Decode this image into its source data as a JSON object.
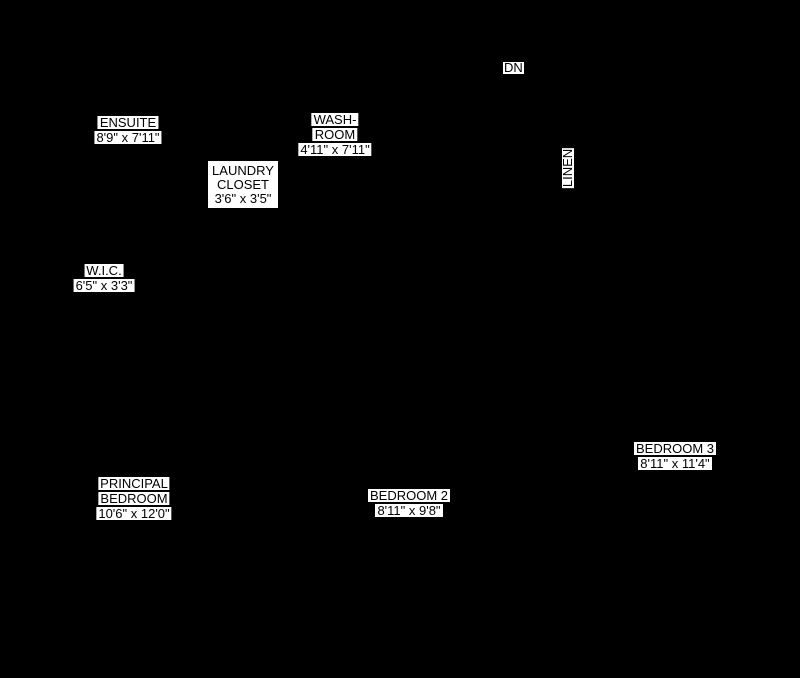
{
  "colors": {
    "background": "#000000",
    "label_background": "#ffffff",
    "label_text": "#000000"
  },
  "labels": [
    {
      "id": "ensuite",
      "lines": [
        "ENSUITE",
        "8'9\" x 7'11\""
      ]
    },
    {
      "id": "washroom",
      "lines": [
        "WASH-",
        "ROOM",
        "4'11\" x 7'11\""
      ]
    },
    {
      "id": "laundry-closet",
      "lines": [
        "LAUNDRY",
        "CLOSET",
        "3'6\" x 3'5\""
      ]
    },
    {
      "id": "wic",
      "lines": [
        "W.I.C.",
        "6'5\" x 3'3\""
      ]
    },
    {
      "id": "principal-bedroom",
      "lines": [
        "PRINCIPAL",
        "BEDROOM",
        "10'6\" x 12'0\""
      ]
    },
    {
      "id": "bedroom-2",
      "lines": [
        "BEDROOM 2",
        "8'11\" x 9'8\""
      ]
    },
    {
      "id": "bedroom-3",
      "lines": [
        "BEDROOM 3",
        "8'11\" x 11'4\""
      ]
    }
  ],
  "annotations": [
    {
      "id": "dn",
      "text": "DN"
    },
    {
      "id": "linen",
      "text": "LINEN"
    }
  ]
}
